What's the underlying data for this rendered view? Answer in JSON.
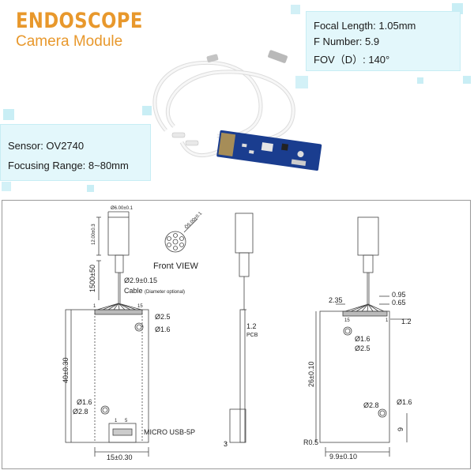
{
  "header": {
    "title": "ENDOSCOPE",
    "subtitle": "Camera Module"
  },
  "specs_right": [
    "Focal Length: 1.05mm",
    "F Number: 5.9",
    "FOV（D）: 140°"
  ],
  "specs_left": [
    "Sensor: OV2740",
    "Focusing Range: 8~80mm"
  ],
  "colors": {
    "title": "#e8982c",
    "spec_box": "#e3f7fb",
    "pcb": "#1a3d8f",
    "cable": "#f2f2f2",
    "line": "#444444"
  },
  "drawing": {
    "front_view_label": "Front VIEW",
    "lens_dim": "Ø6.00±0.1",
    "lens_len": "12.00±0.3",
    "small_dim": "Ö5.00±0.1",
    "cable_len": "1500±50",
    "cable_dia": "Ø2.9±0.15",
    "cable_label": "Cable",
    "cable_note": "(Diameter optional)",
    "pin1": "1",
    "pin15": "15",
    "hole_25": "Ø2.5",
    "hole_16": "Ø1.6",
    "height_left": "40±0.30",
    "hole_16b": "Ø1.6",
    "hole_28": "Ø2.8",
    "usb_pin1": "1",
    "usb_pin5": "5",
    "usb_label": "MICRO USB-5P",
    "width_left": "15±0.30",
    "pcb_thk": "1.2",
    "pcb_label": "PCB",
    "side_3": "3",
    "r_235": "2.35",
    "r_095": "0.95",
    "r_065": "0.65",
    "r_12": "1.2",
    "r_pin15": "15",
    "r_pin1": "1",
    "r_16": "Ø1.6",
    "r_25": "Ø2.5",
    "r_height": "26±0.10",
    "r_28": "Ø2.8",
    "r_16b": "Ø1.6",
    "r_9": "9",
    "r_r05": "R0.5",
    "r_width": "9.9±0.10"
  }
}
